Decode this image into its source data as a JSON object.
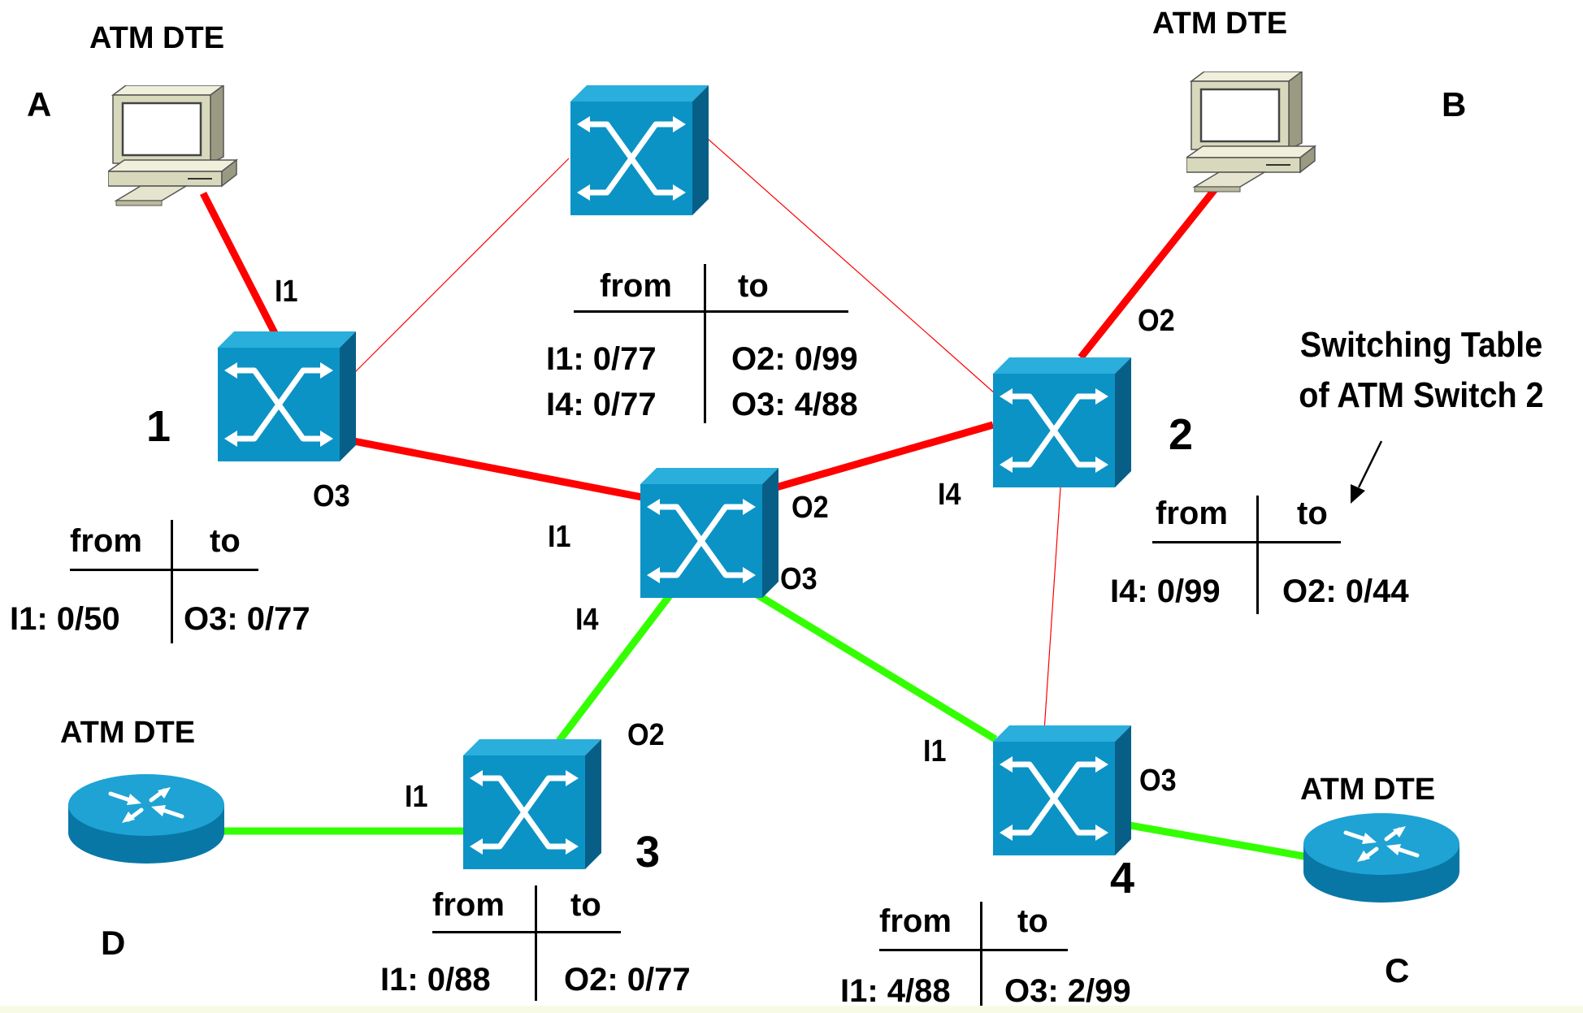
{
  "dte": {
    "a": {
      "title": "ATM DTE",
      "label": "A"
    },
    "b": {
      "title": "ATM DTE",
      "label": "B"
    },
    "c": {
      "title": "ATM DTE",
      "label": "C"
    },
    "d": {
      "title": "ATM DTE",
      "label": "D"
    }
  },
  "switches": {
    "s1": {
      "number": "1"
    },
    "s2": {
      "number": "2"
    },
    "s3": {
      "number": "3"
    },
    "s4": {
      "number": "4"
    }
  },
  "ports": {
    "s1_in": "I1",
    "s1_out": "O3",
    "center_in1": "I1",
    "center_out2": "O2",
    "center_out3": "O3",
    "center_in4": "I4",
    "s2_out": "O2",
    "s2_in": "I4",
    "s3_out": "O2",
    "s3_in": "I1",
    "s4_in": "I1",
    "s4_out": "O3"
  },
  "tables": {
    "t1": {
      "from": "from",
      "to": "to",
      "rows": [
        {
          "from": "I1: 0/50",
          "to": "O3: 0/77"
        }
      ]
    },
    "center": {
      "from": "from",
      "to": "to",
      "rows": [
        {
          "from": "I1: 0/77",
          "to": "O2: 0/99"
        },
        {
          "from": "I4: 0/77",
          "to": "O3: 4/88"
        }
      ]
    },
    "t2": {
      "from": "from",
      "to": "to",
      "rows": [
        {
          "from": "I4: 0/99",
          "to": "O2: 0/44"
        }
      ]
    },
    "t3": {
      "from": "from",
      "to": "to",
      "rows": [
        {
          "from": "I1: 0/88",
          "to": "O2: 0/77"
        }
      ]
    },
    "t4": {
      "from": "from",
      "to": "to",
      "rows": [
        {
          "from": "I1: 4/88",
          "to": "O3: 2/99"
        }
      ]
    }
  },
  "annotation": {
    "line1": "Switching Table",
    "line2": "of ATM Switch 2"
  },
  "colors": {
    "path_red": "#ff0000",
    "path_green": "#33ff00",
    "thin_link": "#ff0000",
    "switch_face": "#0b93c6",
    "switch_top": "#2aaedb",
    "switch_side": "#075f87",
    "router_body": "#0b8fc2",
    "computer_beige": "#d8d8bc"
  }
}
